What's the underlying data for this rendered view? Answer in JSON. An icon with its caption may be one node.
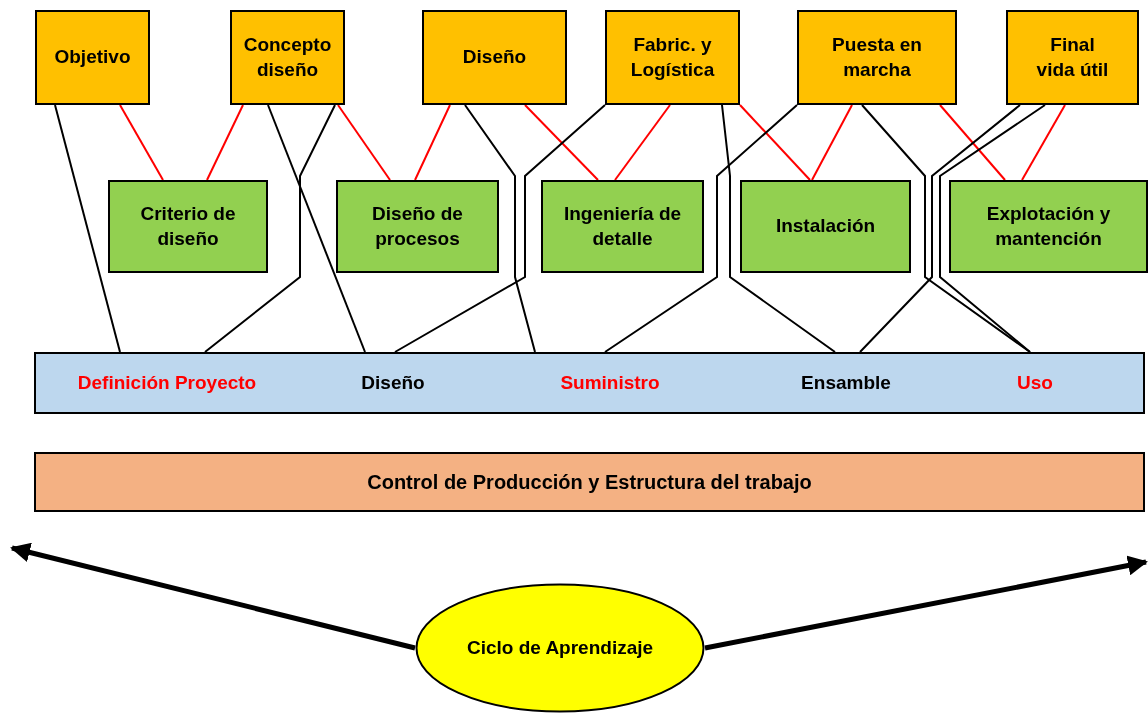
{
  "diagram": {
    "nodes": [
      {
        "text": [
          "Objetivo"
        ]
      },
      {
        "text": [
          "Concepto diseño"
        ]
      },
      {
        "text": [
          "Diseño"
        ]
      },
      {
        "text": [
          "Fabric. y Logística"
        ]
      },
      {
        "text": [
          "Puesta en marcha"
        ]
      },
      {
        "text": [
          "Final vida útil"
        ]
      },
      {
        "text": [
          "Criterio de diseño"
        ]
      },
      {
        "text": [
          "Diseño de procesos"
        ]
      },
      {
        "text": [
          "Ingeniería de detalle"
        ]
      },
      {
        "text": [
          "Instalación"
        ]
      },
      {
        "text": [
          "Explotación y mantención"
        ]
      },
      {
        "text": [],
        "shape": "bar"
      },
      {
        "text": [
          "Definición Proyecto"
        ],
        "in": 11
      },
      {
        "text": [
          "Diseño"
        ],
        "in": 11
      },
      {
        "text": [
          "Suministro"
        ],
        "in": 11
      },
      {
        "text": [
          "Ensamble"
        ],
        "in": 11
      },
      {
        "text": [
          "Uso"
        ],
        "in": 11
      },
      {
        "text": [
          "Control de Producción y Estructura del trabajo"
        ]
      },
      {
        "text": [
          "Ciclo de Aprendizaje"
        ]
      }
    ],
    "edges": [
      {
        "from": 0,
        "to": 12,
        "arrow": "none",
        "color": "#000000"
      },
      {
        "from": 0,
        "to": 6,
        "arrow": "none",
        "color": "#ff0000"
      },
      {
        "from": 1,
        "to": 6,
        "arrow": "none",
        "color": "#ff0000"
      },
      {
        "from": 1,
        "to": 13,
        "arrow": "none",
        "color": "#000000"
      },
      {
        "from": 1,
        "to": 7,
        "arrow": "none",
        "color": "#ff0000"
      },
      {
        "from": 1,
        "to": 12,
        "arrow": "none",
        "color": "#000000"
      },
      {
        "from": 2,
        "to": 7,
        "arrow": "none",
        "color": "#ff0000"
      },
      {
        "from": 2,
        "to": 14,
        "arrow": "none",
        "color": "#000000"
      },
      {
        "from": 2,
        "to": 8,
        "arrow": "none",
        "color": "#ff0000"
      },
      {
        "from": 3,
        "to": 13,
        "arrow": "none",
        "color": "#000000"
      },
      {
        "from": 3,
        "to": 8,
        "arrow": "none",
        "color": "#ff0000"
      },
      {
        "from": 3,
        "to": 15,
        "arrow": "none",
        "color": "#000000"
      },
      {
        "from": 3,
        "to": 9,
        "arrow": "none",
        "color": "#ff0000"
      },
      {
        "from": 4,
        "to": 14,
        "arrow": "none",
        "color": "#000000"
      },
      {
        "from": 4,
        "to": 9,
        "arrow": "none",
        "color": "#ff0000"
      },
      {
        "from": 4,
        "to": 16,
        "arrow": "none",
        "color": "#000000"
      },
      {
        "from": 4,
        "to": 10,
        "arrow": "none",
        "color": "#ff0000"
      },
      {
        "from": 5,
        "to": 15,
        "arrow": "none",
        "color": "#000000"
      },
      {
        "from": 5,
        "to": 10,
        "arrow": "none",
        "color": "#ff0000"
      },
      {
        "from": 5,
        "to": 16,
        "arrow": "none",
        "color": "#000000"
      },
      {
        "from": 18,
        "to": null,
        "arrow": "to",
        "style": "thick"
      },
      {
        "from": 18,
        "to": null,
        "arrow": "to",
        "style": "thick"
      }
    ]
  }
}
